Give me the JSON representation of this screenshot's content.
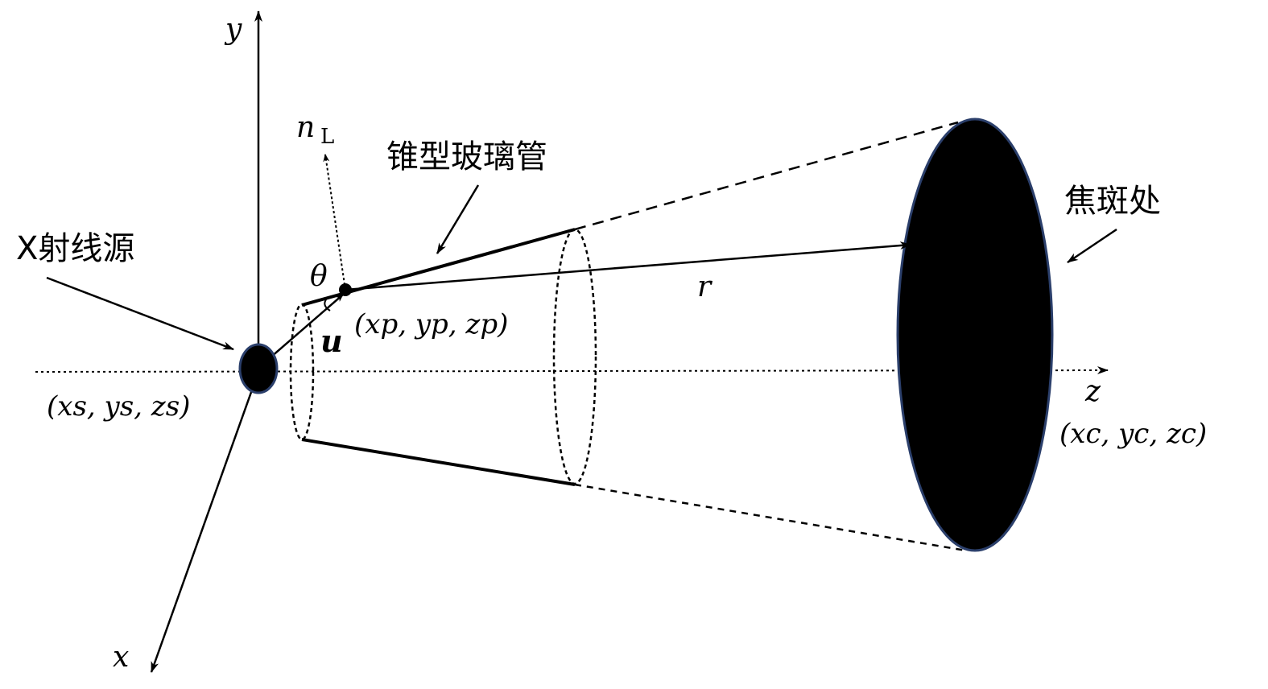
{
  "labels": {
    "y_axis": "y",
    "x_axis": "x",
    "z_axis": "z",
    "normal": "n",
    "normal_sub": "L",
    "theta": "θ",
    "u_vector": "u",
    "r": "r",
    "xray_source": "X射线源",
    "glass_tube": "锥型玻璃管",
    "focal_spot": "焦斑处",
    "source_coord": "(xs, ys, zs)",
    "point_coord": "(xp, yp, zp)",
    "focus_coord": "(xc, yc, zc)"
  },
  "colors": {
    "line": "#000000",
    "spot_fill": "#000000",
    "spot_edge": "#2b3f6b"
  }
}
